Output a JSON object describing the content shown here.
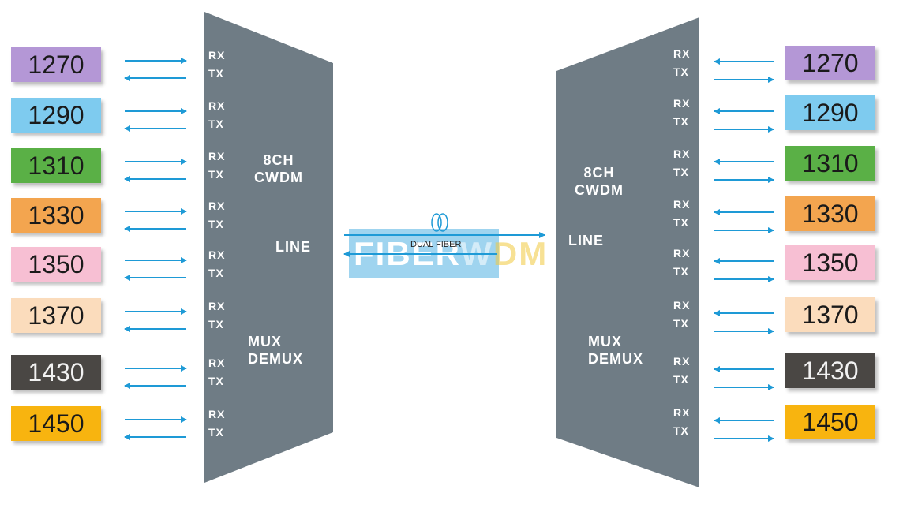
{
  "diagram": {
    "left_block": {
      "label_top": "8CH",
      "label_second": "CWDM",
      "line_label": "LINE",
      "mux_label": "MUX",
      "demux_label": "DEMUX"
    },
    "right_block": {
      "label_top": "8CH",
      "label_second": "CWDM",
      "line_label": "LINE",
      "mux_label": "MUX",
      "demux_label": "DEMUX"
    },
    "link": {
      "label": "DUAL FIBER"
    },
    "watermark": {
      "part1": "FIBER",
      "part2": "W",
      "part3": "DM"
    },
    "port_labels": {
      "rx": "RX",
      "tx": "TX"
    },
    "colors": {
      "mux_body": "#6f7c85",
      "arrow": "#1e9ad6",
      "link_line": "#1e9ad6",
      "watermark_bg": "#9fd4ef"
    },
    "channels": [
      {
        "label": "1270",
        "color": "#b497d6"
      },
      {
        "label": "1290",
        "color": "#7ecbef"
      },
      {
        "label": "1310",
        "color": "#5ab046"
      },
      {
        "label": "1330",
        "color": "#f3a54f"
      },
      {
        "label": "1350",
        "color": "#f7bfd3"
      },
      {
        "label": "1370",
        "color": "#fbdcbc"
      },
      {
        "label": "1430",
        "color": "#4a4744"
      },
      {
        "label": "1450",
        "color": "#f8b40f"
      }
    ]
  }
}
